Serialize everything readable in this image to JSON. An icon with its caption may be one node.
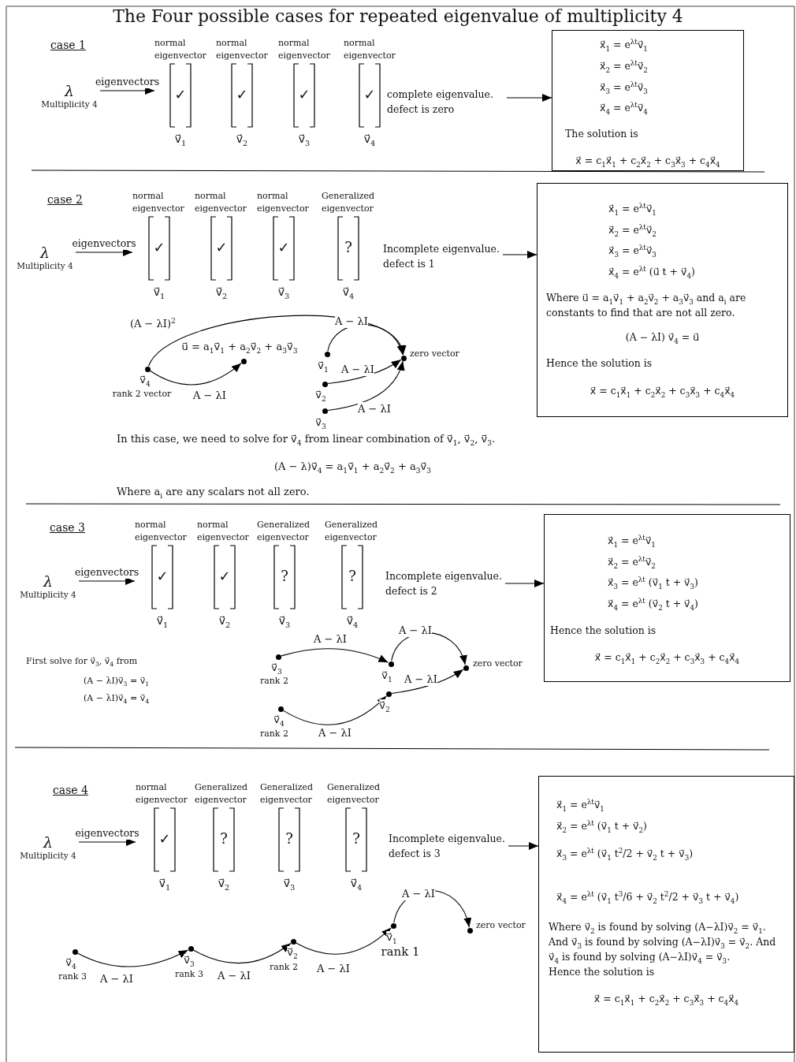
{
  "diagram": {
    "title": "The Four possible cases for repeated eigenvalue of multiplicity 4",
    "nodes": [
      {
        "text": [
          "λ",
          "Multiplicity 4"
        ]
      },
      {
        "text": [
          "normal eigenvector",
          "✓"
        ],
        "beside": [
          "v⃗$_{1}$"
        ]
      },
      {
        "text": [
          "normal eigenvector",
          "✓"
        ],
        "beside": [
          "v⃗$_{2}$"
        ]
      },
      {
        "text": [
          "normal eigenvector",
          "✓"
        ],
        "beside": [
          "v⃗$_{3}$"
        ]
      },
      {
        "text": [
          "normal eigenvector",
          "✓"
        ],
        "beside": [
          "v⃗$_{4}$"
        ]
      },
      {
        "text": [
          "complete eigenvalue. defect is zero"
        ]
      },
      {
        "text": [
          "x⃗$_{1}$ = e$^{λt}$v⃗$_{1}$",
          "x⃗$_{2}$ = e$^{λt}$v⃗$_{2}$",
          "x⃗$_{3}$ = e$^{λt}$v⃗$_{3}$",
          "x⃗$_{4}$ = e$^{λt}$v⃗$_{4}$",
          "The solution is",
          "x⃗ = c$_{1}$x⃗$_{1}$ + c$_{2}$x⃗$_{2}$ + c$_{3}$x⃗$_{3}$ + c$_{4}$x⃗$_{4}$"
        ]
      },
      {
        "text": [
          "λ",
          "Multiplicity 4"
        ]
      },
      {
        "text": [
          "normal eigenvector",
          "✓"
        ],
        "beside": [
          "v⃗$_{1}$"
        ]
      },
      {
        "text": [
          "normal eigenvector",
          "✓"
        ],
        "beside": [
          "v⃗$_{2}$"
        ]
      },
      {
        "text": [
          "normal eigenvector",
          "✓"
        ],
        "beside": [
          "v⃗$_{3}$"
        ]
      },
      {
        "text": [
          "Generalized eigenvector",
          "?"
        ],
        "beside": [
          "v⃗$_{4}$"
        ]
      },
      {
        "text": [
          "Incomplete eigenvalue. defect is 1"
        ]
      },
      {
        "text": [
          "x⃗$_{1}$ = e$^{λt}$v⃗$_{1}$",
          "x⃗$_{2}$ = e$^{λt}$v⃗$_{2}$",
          "x⃗$_{3}$ = e$^{λt}$v⃗$_{3}$",
          "x⃗$_{4}$ = e$^{λt}$ (u⃗ t + v⃗$_{4}$)",
          "Where u⃗ = a$_{1}$v⃗$_{1}$ + a$_{2}$v⃗$_{2}$ + a$_{3}$v⃗$_{3}$ and a$_{i}$ are constants to find that are not all zero.",
          "(A − λI) v⃗$_{4}$ = u⃗",
          "Hence the solution is",
          "x⃗ = c$_{1}$x⃗$_{1}$ + c$_{2}$x⃗$_{2}$ + c$_{3}$x⃗$_{3}$ + c$_{4}$x⃗$_{4}$"
        ]
      },
      {
        "text": [],
        "shape": "circle",
        "beside": [
          "v⃗$_{4}$",
          "rank 2 vector"
        ]
      },
      {
        "text": [],
        "shape": "circle",
        "beside": [
          "u⃗ = a$_{1}$v⃗$_{1}$ + a$_{2}$v⃗$_{2}$ + a$_{3}$v⃗$_{3}$"
        ]
      },
      {
        "text": [],
        "shape": "circle",
        "beside": [
          "v⃗$_{1}$"
        ]
      },
      {
        "text": [],
        "shape": "circle",
        "beside": [
          "zero vector"
        ]
      },
      {
        "text": [],
        "shape": "circle",
        "beside": [
          "v⃗$_{2}$"
        ]
      },
      {
        "text": [],
        "shape": "circle",
        "beside": [
          "v⃗$_{3}$"
        ]
      },
      {
        "text": [
          "λ",
          "Multiplicity 4"
        ]
      },
      {
        "text": [
          "normal eigenvector",
          "✓"
        ],
        "beside": [
          "v⃗$_{1}$"
        ]
      },
      {
        "text": [
          "normal eigenvector",
          "✓"
        ],
        "beside": [
          "v⃗$_{2}$"
        ]
      },
      {
        "text": [
          "Generalized eigenvector",
          "?"
        ],
        "beside": [
          "v⃗$_{3}$"
        ]
      },
      {
        "text": [
          "Generalized eigenvector",
          "?"
        ],
        "beside": [
          "v⃗$_{4}$"
        ]
      },
      {
        "text": [
          "Incomplete eigenvalue. defect is 2"
        ]
      },
      {
        "text": [
          "x⃗$_{1}$ = e$^{λt}$v⃗$_{1}$",
          "x⃗$_{2}$ = e$^{λt}$v⃗$_{2}$",
          "x⃗$_{3}$ = e$^{λt}$ (v⃗$_{1}$ t + v⃗$_{3}$)",
          "x⃗$_{4}$ = e$^{λt}$ (v⃗$_{2}$ t + v⃗$_{4}$)",
          "Hence the solution is",
          "x⃗ = c$_{1}$x⃗$_{1}$ + c$_{2}$x⃗$_{2}$ + c$_{3}$x⃗$_{3}$ + c$_{4}$x⃗$_{4}$"
        ]
      },
      {
        "text": [],
        "shape": "circle",
        "beside": [
          "v⃗$_{3}$",
          "rank 2"
        ]
      },
      {
        "text": [],
        "shape": "circle",
        "beside": [
          "v⃗$_{1}$"
        ]
      },
      {
        "text": [],
        "shape": "circle",
        "beside": [
          "zero vector"
        ]
      },
      {
        "text": [],
        "shape": "circle",
        "beside": [
          "v⃗$_{2}$"
        ]
      },
      {
        "text": [],
        "shape": "circle",
        "beside": [
          "v⃗$_{4}$",
          "rank 2"
        ]
      },
      {
        "text": [
          "λ",
          "Multiplicity 4"
        ]
      },
      {
        "text": [
          "normal eigenvector",
          "✓"
        ],
        "beside": [
          "v⃗$_{1}$"
        ]
      },
      {
        "text": [
          "Generalized eigenvector",
          "?"
        ],
        "beside": [
          "v⃗$_{2}$"
        ]
      },
      {
        "text": [
          "Generalized eigenvector",
          "?"
        ],
        "beside": [
          "v⃗$_{3}$"
        ]
      },
      {
        "text": [
          "Generalized eigenvector",
          "?"
        ],
        "beside": [
          "v⃗$_{4}$"
        ]
      },
      {
        "text": [
          "Incomplete eigenvalue. defect is 3"
        ]
      },
      {
        "text": [
          "x⃗$_{1}$ = e$^{λt}$v⃗$_{1}$",
          "x⃗$_{2}$ = e$^{λt}$ (v⃗$_{1}$ t + v⃗$_{2}$)",
          "x⃗$_{3}$ = e$^{λt}$ (v⃗$_{1}$ t$^{2}$/2 + v⃗$_{2}$ t + v⃗$_{3}$)",
          "x⃗$_{4}$ = e$^{λt}$ (v⃗$_{1}$ t$^{3}$/6 + v⃗$_{2}$ t$^{2}$/2 + v⃗$_{3}$ t + v⃗$_{4}$)",
          "Where v⃗$_{2}$ is found by solving (A−λI)v⃗$_{2}$ = v⃗$_{1}$. And v⃗$_{3}$ is found by solving (A−λI)v⃗$_{3}$ = v⃗$_{2}$. And v⃗$_{4}$ is found by solving (A−λI)v⃗$_{4}$ = v⃗$_{3}$.",
          "Hence the solution is",
          "x⃗ = c$_{1}$x⃗$_{1}$ + c$_{2}$x⃗$_{2}$ + c$_{3}$x⃗$_{3}$ + c$_{4}$x⃗$_{4}$"
        ]
      },
      {
        "text": [],
        "shape": "circle",
        "beside": [
          "v⃗$_{4}$",
          "rank 3"
        ]
      },
      {
        "text": [],
        "shape": "circle",
        "beside": [
          "v⃗$_{3}$",
          "rank 3"
        ]
      },
      {
        "text": [],
        "shape": "circle",
        "beside": [
          "v⃗$_{2}$",
          "rank 2"
        ]
      },
      {
        "text": [],
        "shape": "circle",
        "beside": [
          "v⃗$_{1}$",
          "rank 1"
        ]
      },
      {
        "text": [],
        "shape": "circle",
        "beside": [
          "zero vector"
        ]
      }
    ],
    "edges": [
      {
        "from": 0,
        "to": 1,
        "arrow": "to",
        "label": "eigenvectors"
      },
      {
        "from": 5,
        "to": 6,
        "arrow": "to"
      },
      {
        "from": 7,
        "to": 8,
        "arrow": "to",
        "label": "eigenvectors"
      },
      {
        "from": 12,
        "to": 13,
        "arrow": "to"
      },
      {
        "from": 14,
        "to": 15,
        "arrow": "to",
        "label": "A − λI"
      },
      {
        "from": 14,
        "to": 17,
        "arrow": "to",
        "label": "(A − λI)$^{2}$"
      },
      {
        "from": 16,
        "to": 17,
        "arrow": "to",
        "label": "A − λI"
      },
      {
        "from": 18,
        "to": 17,
        "arrow": "to",
        "label": "A − λI"
      },
      {
        "from": 19,
        "to": 17,
        "arrow": "to",
        "label": "A − λI"
      },
      {
        "from": 20,
        "to": 21,
        "arrow": "to",
        "label": "eigenvectors"
      },
      {
        "from": 25,
        "to": 26,
        "arrow": "to"
      },
      {
        "from": 27,
        "to": 28,
        "arrow": "to",
        "label": "A − λI"
      },
      {
        "from": 28,
        "to": 29,
        "arrow": "to",
        "label": "A − λI"
      },
      {
        "from": 30,
        "to": 29,
        "arrow": "to",
        "label": "A − λI"
      },
      {
        "from": 31,
        "to": 30,
        "arrow": "to",
        "label": "A − λI"
      },
      {
        "from": 32,
        "to": 33,
        "arrow": "to",
        "label": "eigenvectors"
      },
      {
        "from": 37,
        "to": 38,
        "arrow": "to"
      },
      {
        "from": 39,
        "to": 40,
        "arrow": "to",
        "label": "A − λI"
      },
      {
        "from": 40,
        "to": 41,
        "arrow": "to",
        "label": "A − λI"
      },
      {
        "from": 41,
        "to": 42,
        "arrow": "to",
        "label": "A − λI"
      },
      {
        "from": 42,
        "to": 43,
        "arrow": "to",
        "label": "A − λI"
      }
    ],
    "labels": [
      "case 1",
      "case 2",
      "In this case, we need to solve for v⃗$_{4}$ from linear combination of v⃗$_{1}$, v⃗$_{2}$, v⃗$_{3}$.",
      "(A − λ)v⃗$_{4}$ = a$_{1}$v⃗$_{1}$ + a$_{2}$v⃗$_{2}$ + a$_{3}$v⃗$_{3}$",
      "Where a$_{i}$ are any scalars not all zero.",
      "case 3",
      "First solve for v⃗$_{3}$, v⃗$_{4}$ from",
      "(A − λI)v⃗$_{3}$ = v⃗$_{1}$",
      "(A − λI)v⃗$_{4}$ = v⃗$_{4}$",
      "case 4"
    ]
  }
}
